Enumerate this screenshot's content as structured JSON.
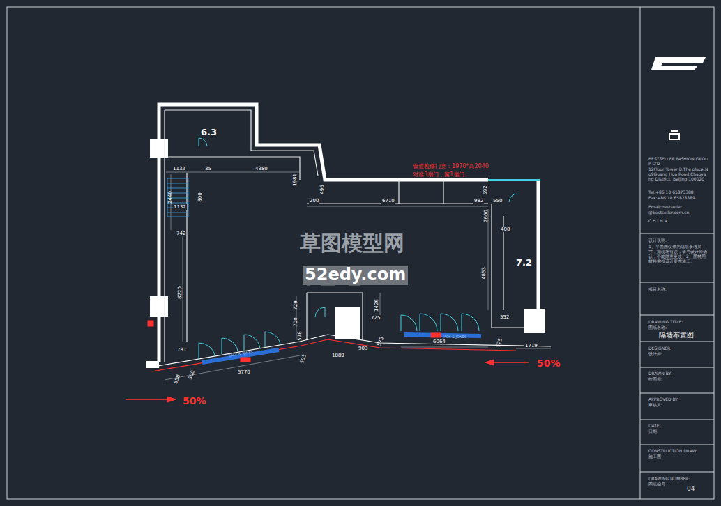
{
  "diagram": {
    "title": "隔墙布置图",
    "labels": [
      "6.3",
      "7.2",
      "1132",
      "35",
      "4380",
      "1981",
      "496",
      "200",
      "6710",
      "982",
      "550",
      "592",
      "2600",
      "400",
      "2440",
      "1132",
      "800",
      "742",
      "8220",
      "4853",
      "552",
      "1719",
      "6064",
      "781",
      "5770",
      "558",
      "500",
      "503",
      "1889",
      "903",
      "575",
      "575",
      "200",
      "2040",
      "200",
      "729",
      "700",
      "578",
      "1426",
      "725",
      "管道检修门宽：1970*高2040",
      "对准3扇门，留1扇门",
      "50%",
      "50%",
      "JACK & JONES",
      "JACK & JONES",
      "草图模型网",
      "52edy.com",
      "BESTSELLER FASHION GROUP LTD",
      "12Floor,Tower B,The place,No9Guang Hua Road,Chaoyang District, Beijing 100020",
      "Tel:+86 10 65873388",
      "Fax:+86 10 65873389",
      "Email:bestseller",
      "@bestseller.com.cn",
      "C H I N A",
      "设计说明:",
      "1、平面图仅作为隔墙参考尺寸，如现场有误，请与设计师确认，不能随意更改。2、面材用材料需按设计要求施工。",
      "项目名称:",
      "DRAWING TITLE:",
      "图纸名称:",
      "DESIGNER:",
      "设计师:",
      "DRAWN BY:",
      "绘图师:",
      "APPROVED BY:",
      "审核人:",
      "DATE:",
      "日期:",
      "CONSTRUCTION DRAW:",
      "施工图",
      "DRAWING NUMBER:",
      "图纸编号",
      "04"
    ]
  }
}
